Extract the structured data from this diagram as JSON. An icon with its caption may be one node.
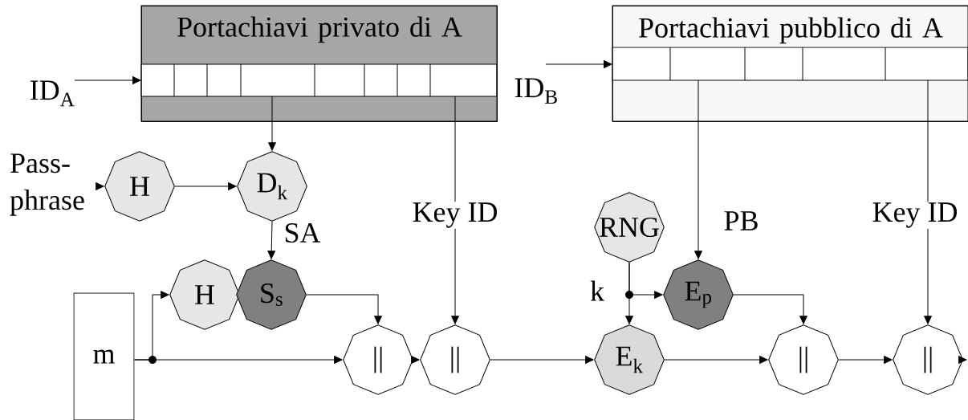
{
  "diagram": {
    "nodes": [
      {
        "text": [
          "Portachiavi privato di A"
        ]
      },
      {
        "text": [
          "Portachiavi pubblico di A"
        ]
      },
      {
        "text": [
          "Pass- phrase"
        ]
      },
      {
        "text": [
          "H"
        ]
      },
      {
        "text": [
          "D$_{k}$"
        ]
      },
      {
        "text": [
          "H"
        ]
      },
      {
        "text": [
          "S$_{s}$"
        ]
      },
      {
        "text": [
          "m"
        ]
      },
      {
        "text": [
          "||"
        ]
      },
      {
        "text": [
          "||"
        ]
      },
      {
        "text": [
          "RNG"
        ]
      },
      {
        "text": [
          "E$_{p}$"
        ]
      },
      {
        "text": [
          "E$_{k}$"
        ]
      },
      {
        "text": [
          "||"
        ]
      },
      {
        "text": [
          "||"
        ]
      },
      {
        "text": [
          "ID$_{A}$"
        ]
      },
      {
        "text": [
          "ID$_{B}$"
        ]
      }
    ],
    "edges": [
      {
        "from": 15,
        "to": 0,
        "arrow": "to"
      },
      {
        "from": 16,
        "to": 1,
        "arrow": "to"
      },
      {
        "from": 0,
        "to": 4,
        "arrow": "to"
      },
      {
        "from": 0,
        "to": 9,
        "arrow": "to",
        "label": "Key ID"
      },
      {
        "from": 2,
        "to": 3,
        "arrow": "to"
      },
      {
        "from": 3,
        "to": 4,
        "arrow": "to"
      },
      {
        "from": 4,
        "to": 6,
        "arrow": "to",
        "label": "SA"
      },
      {
        "from": 7,
        "to": 5,
        "arrow": "to"
      },
      {
        "from": 7,
        "to": 8,
        "arrow": "to"
      },
      {
        "from": 6,
        "to": 8,
        "arrow": "to"
      },
      {
        "from": 8,
        "to": 9,
        "arrow": "to"
      },
      {
        "from": 9,
        "to": 12,
        "arrow": "to"
      },
      {
        "from": 10,
        "to": 11,
        "arrow": "to"
      },
      {
        "from": 10,
        "to": 12,
        "arrow": "to",
        "label": "k"
      },
      {
        "from": 1,
        "to": 11,
        "arrow": "to",
        "label": "PB"
      },
      {
        "from": 11,
        "to": 13,
        "arrow": "to"
      },
      {
        "from": 12,
        "to": 13,
        "arrow": "to"
      },
      {
        "from": 13,
        "to": 14,
        "arrow": "to"
      },
      {
        "from": 1,
        "to": 14,
        "arrow": "to",
        "label": "Key ID"
      },
      {
        "from": 14,
        "to": null,
        "arrow": "to"
      }
    ]
  }
}
